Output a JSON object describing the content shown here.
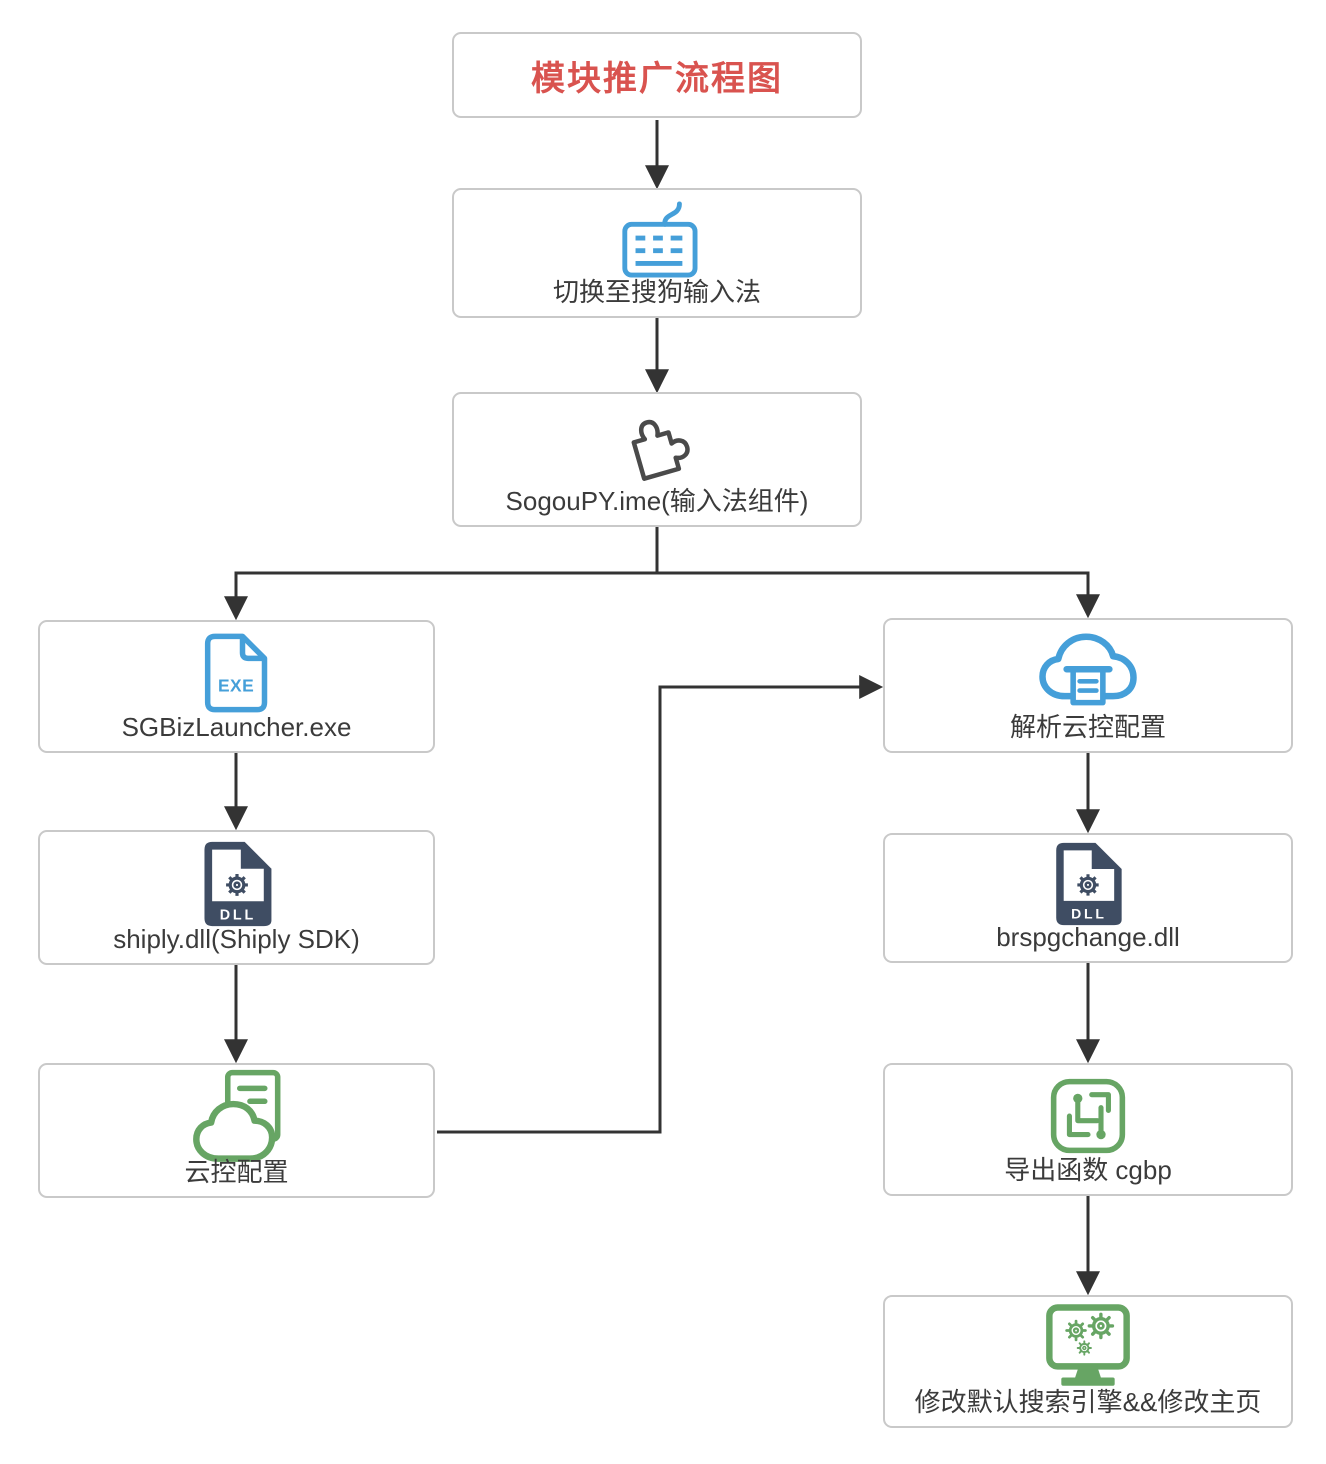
{
  "diagram": {
    "title": "模块推广流程图",
    "nodes": {
      "title": {
        "label": "模块推广流程图",
        "icon": null
      },
      "switch_ime": {
        "label": "切换至搜狗输入法",
        "icon": "keyboard-icon"
      },
      "sogoupy": {
        "label": "SogouPY.ime(输入法组件)",
        "icon": "puzzle-icon"
      },
      "launcher": {
        "label": "SGBizLauncher.exe",
        "icon": "exe-file-icon"
      },
      "parse_cloud": {
        "label": "解析云控配置",
        "icon": "cloud-config-icon"
      },
      "shiply": {
        "label": "shiply.dll(Shiply SDK)",
        "icon": "dll-file-icon"
      },
      "cloud_config": {
        "label": "云控配置",
        "icon": "cloud-doc-icon"
      },
      "brspgchange": {
        "label": "brspgchange.dll",
        "icon": "dll-file-icon"
      },
      "export_func": {
        "label": "导出函数 cgbp",
        "icon": "function-export-icon"
      },
      "modify_defaults": {
        "label": "修改默认搜索引擎&&修改主页",
        "icon": "monitor-gears-icon"
      }
    },
    "edges": [
      {
        "from": "title",
        "to": "switch_ime"
      },
      {
        "from": "switch_ime",
        "to": "sogoupy"
      },
      {
        "from": "sogoupy",
        "to": "launcher"
      },
      {
        "from": "sogoupy",
        "to": "parse_cloud"
      },
      {
        "from": "launcher",
        "to": "shiply"
      },
      {
        "from": "shiply",
        "to": "cloud_config"
      },
      {
        "from": "cloud_config",
        "to": "parse_cloud"
      },
      {
        "from": "parse_cloud",
        "to": "brspgchange"
      },
      {
        "from": "brspgchange",
        "to": "export_func"
      },
      {
        "from": "export_func",
        "to": "modify_defaults"
      }
    ],
    "exe_badge": "EXE",
    "dll_badge": "DLL",
    "colors": {
      "title_red": "#d9534f",
      "icon_blue": "#459fd9",
      "icon_slate": "#3f4d63",
      "icon_green": "#67a564",
      "edge": "#333333",
      "node_border": "#c9c9c9",
      "label_text": "#3b3b3b"
    }
  }
}
